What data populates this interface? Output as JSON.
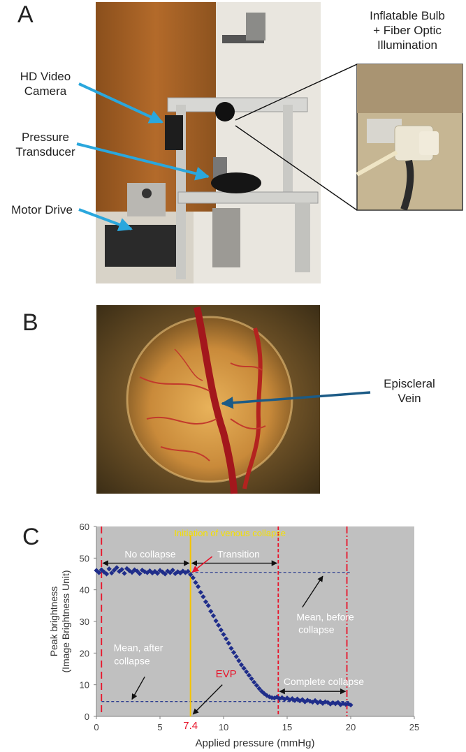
{
  "panels": {
    "a": {
      "letter": "A",
      "labels": {
        "camera": [
          "HD Video",
          "Camera"
        ],
        "transducer": [
          "Pressure",
          "Transducer"
        ],
        "motor": "Motor Drive",
        "bulb": [
          "Inflatable Bulb",
          "+ Fiber Optic",
          "Illumination"
        ]
      }
    },
    "b": {
      "letter": "B",
      "labels": {
        "vein": [
          "Episcleral",
          "Vein"
        ]
      }
    },
    "c": {
      "letter": "C"
    }
  },
  "chart_data": {
    "type": "scatter",
    "xlabel": "Applied pressure (mmHg)",
    "ylabel": [
      "Peak brightness",
      "(Image Brightness Unit)"
    ],
    "xlim": [
      0,
      25
    ],
    "ylim": [
      0,
      60
    ],
    "xticks": [
      0,
      5,
      10,
      15,
      20,
      25
    ],
    "yticks": [
      0,
      10,
      20,
      30,
      40,
      50,
      60
    ],
    "grid": false,
    "background": "#c0c0c0",
    "marker_color": "#1f2d8a",
    "series": [
      {
        "x": [
          0.0,
          0.2,
          0.4,
          0.6,
          0.8,
          1.0,
          1.2,
          1.4,
          1.6,
          1.8,
          2.0,
          2.2,
          2.4,
          2.6,
          2.8,
          3.0,
          3.2,
          3.4,
          3.6,
          3.8,
          4.0,
          4.2,
          4.4,
          4.6,
          4.8,
          5.0,
          5.2,
          5.4,
          5.6,
          5.8,
          6.0,
          6.2,
          6.4,
          6.6,
          6.8,
          7.0,
          7.2,
          7.4,
          7.6,
          7.8,
          8.0,
          8.2,
          8.4,
          8.6,
          8.8,
          9.0,
          9.2,
          9.4,
          9.6,
          9.8,
          10.0,
          10.2,
          10.4,
          10.6,
          10.8,
          11.0,
          11.2,
          11.4,
          11.6,
          11.8,
          12.0,
          12.2,
          12.4,
          12.6,
          12.8,
          13.0,
          13.2,
          13.4,
          13.6,
          13.8,
          14.0,
          14.2,
          14.4,
          14.6,
          14.8,
          15.0,
          15.2,
          15.4,
          15.6,
          15.8,
          16.0,
          16.2,
          16.4,
          16.6,
          16.8,
          17.0,
          17.2,
          17.4,
          17.6,
          17.8,
          18.0,
          18.2,
          18.4,
          18.6,
          18.8,
          19.0,
          19.2,
          19.4,
          19.6,
          19.8,
          20.0
        ],
        "y": [
          46.1,
          45.4,
          46.3,
          45.6,
          45.0,
          46.6,
          45.3,
          46.2,
          47.0,
          45.8,
          46.4,
          45.2,
          46.7,
          46.0,
          45.5,
          46.3,
          45.9,
          45.1,
          46.2,
          45.7,
          45.4,
          46.0,
          45.3,
          45.8,
          45.2,
          46.1,
          45.6,
          45.0,
          45.9,
          45.4,
          46.2,
          45.1,
          45.7,
          45.3,
          45.9,
          45.4,
          45.8,
          44.8,
          43.8,
          42.3,
          41.0,
          39.2,
          37.8,
          36.2,
          35.0,
          33.2,
          31.8,
          30.2,
          28.8,
          27.3,
          25.9,
          24.5,
          23.1,
          21.5,
          20.2,
          18.9,
          17.6,
          16.3,
          15.2,
          14.1,
          13.0,
          11.9,
          10.8,
          9.8,
          8.8,
          7.9,
          7.2,
          6.6,
          6.2,
          5.9,
          5.8,
          6.1,
          5.6,
          5.9,
          5.4,
          5.8,
          5.2,
          5.6,
          5.0,
          5.5,
          4.9,
          5.3,
          4.6,
          5.1,
          4.8,
          4.5,
          5.0,
          4.3,
          4.7,
          4.1,
          4.6,
          4.4,
          3.9,
          4.3,
          4.0,
          4.4,
          3.7,
          4.1,
          3.8,
          4.0,
          3.6
        ]
      }
    ],
    "mean_before": 45.5,
    "mean_after": 4.7,
    "evp_value": 7.4,
    "vlines": [
      0.4,
      7.4,
      14.3,
      19.7
    ],
    "annotations": {
      "initiation": "Initiation of venous collapse",
      "no_collapse": "No collapse",
      "transition": "Transition",
      "mean_before": [
        "Mean, before",
        "collapse"
      ],
      "mean_after": [
        "Mean, after",
        "collapse"
      ],
      "complete": "Complete collapse",
      "evp": "EVP",
      "evp_value_label": "7.4"
    }
  }
}
